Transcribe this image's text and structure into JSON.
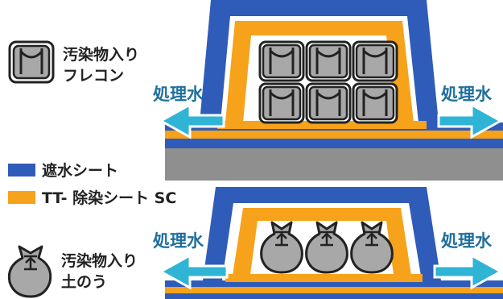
{
  "header": {
    "caption": ""
  },
  "legend": {
    "bag_label_line1": "汚染物入り",
    "bag_label_line2": "フレコン",
    "sandbag_label_line1": "汚染物入り",
    "sandbag_label_line2": "土のう",
    "waterproof_sheet": "遮水シート",
    "decon_sheet": "TT- 除染シート SC"
  },
  "upper_section": {
    "left_arrow_label": "処理水",
    "right_arrow_label": "処理水",
    "bag_count": 6
  },
  "lower_section": {
    "left_arrow_label": "処理水",
    "right_arrow_label": "処理水",
    "sandbag_count": 3
  },
  "colors": {
    "waterproof_blue": "#2f5cb8",
    "decon_orange": "#f7a21b",
    "flow_arrow": "#2fb4d6",
    "ground_gray": "#8f8f8f",
    "bag_gray": "#a8a8a8",
    "text_blue": "#1f6f9e"
  }
}
